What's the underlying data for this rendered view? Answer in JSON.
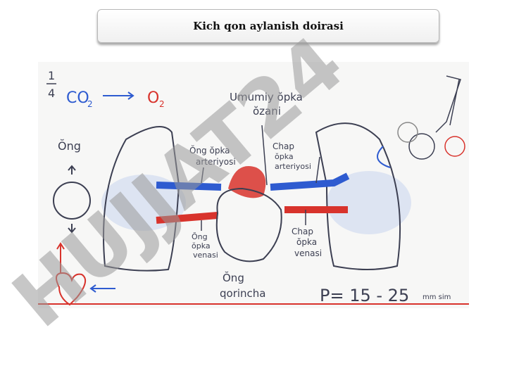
{
  "header": {
    "title": "Kich qon aylanish doirasi"
  },
  "diagram": {
    "fraction_num": "1",
    "fraction_den": "4",
    "co2": "CO",
    "co2_sub": "2",
    "o2": "O",
    "o2_sub": "2",
    "label_ong": "Ŏng",
    "label_umumiy_1": "Umumiy ŏpka",
    "label_umumiy_2": "ŏzani",
    "label_ong_opka_1": "Ŏng ŏpka",
    "label_ong_opka_2": "arteriyosi",
    "label_chap_1": "Chap",
    "label_chap_2": "ŏpka",
    "label_chap_3": "arteriyosi",
    "label_ong_vena_1": "Ŏng",
    "label_ong_vena_2": "ŏpka",
    "label_ong_vena_3": "venasi",
    "label_chap_vena_1": "Chap",
    "label_chap_vena_2": "ŏpka",
    "label_chap_vena_3": "venasi",
    "label_qorincha_1": "Ŏng",
    "label_qorincha_2": "qorincha",
    "pressure": "P= 15 - 25",
    "pressure_unit": "mm sim"
  },
  "watermark": {
    "text": "HUJJAT24"
  },
  "colors": {
    "blue": "#2e5bd0",
    "red": "#d8332c",
    "ink": "#3c3f52",
    "watermark": "#999999",
    "watermark_accent": "#9b86e0"
  }
}
